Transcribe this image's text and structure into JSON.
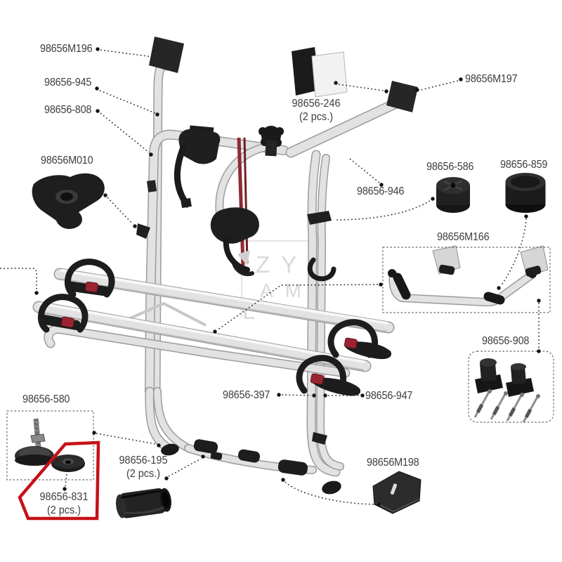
{
  "page": {
    "background": "#ffffff"
  },
  "colors": {
    "highlight_red": "#c51118",
    "strap_red": "#8d2b33",
    "wheel_cap_red": "#9c2430",
    "tube_gray": "#e2e2e2",
    "part_black": "#1d1d1d",
    "label_text": "#3c3c3c",
    "watermark_gray": "#d9d9d9"
  },
  "watermark": {
    "row1": "ZY",
    "row2": "AM",
    "row3": "L"
  },
  "parts": {
    "m196": {
      "label": "98656M196"
    },
    "p945": {
      "label": "98656-945"
    },
    "p808": {
      "label": "98656-808"
    },
    "m010": {
      "label": "98656M010"
    },
    "p246": {
      "label": "98656-246",
      "qty": "(2 pcs.)"
    },
    "m197": {
      "label": "98656M197"
    },
    "p586": {
      "label": "98656-586"
    },
    "p859": {
      "label": "98656-859"
    },
    "p946": {
      "label": "98656-946"
    },
    "m166": {
      "label": "98656M166"
    },
    "p908": {
      "label": "98656-908"
    },
    "p397": {
      "label": "98656-397"
    },
    "p947": {
      "label": "98656-947"
    },
    "m198": {
      "label": "98656M198"
    },
    "p195": {
      "label": "98656-195",
      "qty": "(2 pcs.)"
    },
    "p580": {
      "label": "98656-580"
    },
    "p831": {
      "label": "98656-831",
      "qty": "(2 pcs.)",
      "highlighted": true
    }
  }
}
